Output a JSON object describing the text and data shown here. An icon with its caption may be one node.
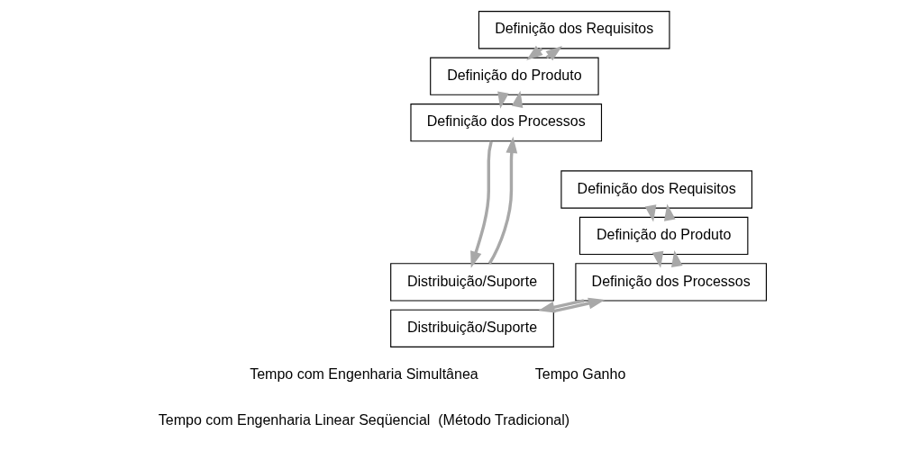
{
  "diagram": {
    "nodes": [
      {
        "text": [
          "Definição dos Requisitos"
        ]
      },
      {
        "text": [
          "Definição do Produto"
        ]
      },
      {
        "text": [
          "Definição dos Processos"
        ]
      },
      {
        "text": [
          "Distribuição/Suporte"
        ]
      },
      {
        "text": [
          "Definição dos Requisitos"
        ]
      },
      {
        "text": [
          "Definição do Produto"
        ]
      },
      {
        "text": [
          "Definição dos Processos"
        ]
      },
      {
        "text": [
          "Distribuição/Suporte"
        ]
      }
    ],
    "edges": [
      {
        "from": 0,
        "to": 1,
        "arrow": "to"
      },
      {
        "from": 1,
        "to": 0,
        "arrow": "to"
      },
      {
        "from": 1,
        "to": 2,
        "arrow": "to"
      },
      {
        "from": 2,
        "to": 1,
        "arrow": "to"
      },
      {
        "from": 2,
        "to": 3,
        "arrow": "to"
      },
      {
        "from": 3,
        "to": 2,
        "arrow": "to"
      },
      {
        "from": 4,
        "to": 5,
        "arrow": "to"
      },
      {
        "from": 5,
        "to": 4,
        "arrow": "to"
      },
      {
        "from": 5,
        "to": 6,
        "arrow": "to"
      },
      {
        "from": 6,
        "to": 5,
        "arrow": "to"
      },
      {
        "from": 6,
        "to": 7,
        "arrow": "to"
      },
      {
        "from": 7,
        "to": 6,
        "arrow": "to"
      }
    ],
    "labels": [
      "Tempo com Engenharia Simultânea",
      "Tempo Ganho",
      "Tempo com Engenharia Linear Seqüencial  (Método Tradicional)"
    ]
  }
}
